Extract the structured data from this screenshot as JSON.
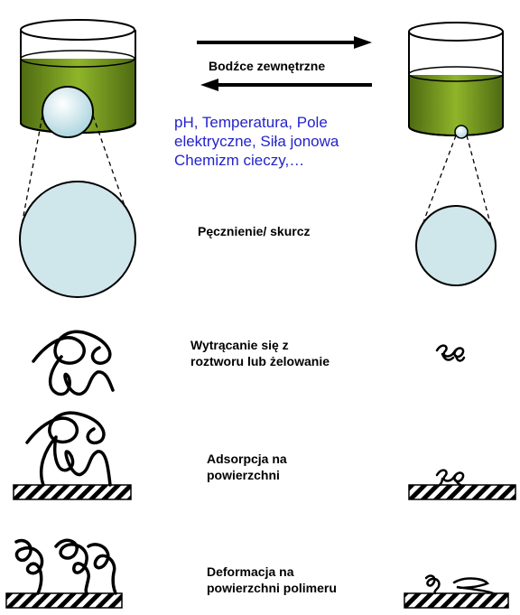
{
  "stimulus_label": "Bodźce zewnętrzne",
  "stimuli_text": [
    "pH, Temperatura, Pole",
    "elektryczne, Siła jonowa",
    "Chemizm cieczy,…"
  ],
  "rows": [
    {
      "label_lines": [
        "Pęcznienie/ skurcz"
      ]
    },
    {
      "label_lines": [
        "Wytrącanie się z",
        "roztworu lub żelowanie"
      ]
    },
    {
      "label_lines": [
        "Adsorpcja na",
        "powierzchni"
      ]
    },
    {
      "label_lines": [
        "Deformacja na",
        "powierzchni  polimeru"
      ]
    }
  ],
  "colors": {
    "gel_dark": "#4e6b12",
    "gel_light": "#8fb52a",
    "network_bg": "#cfe6ea",
    "blue_text": "#2323cc"
  }
}
